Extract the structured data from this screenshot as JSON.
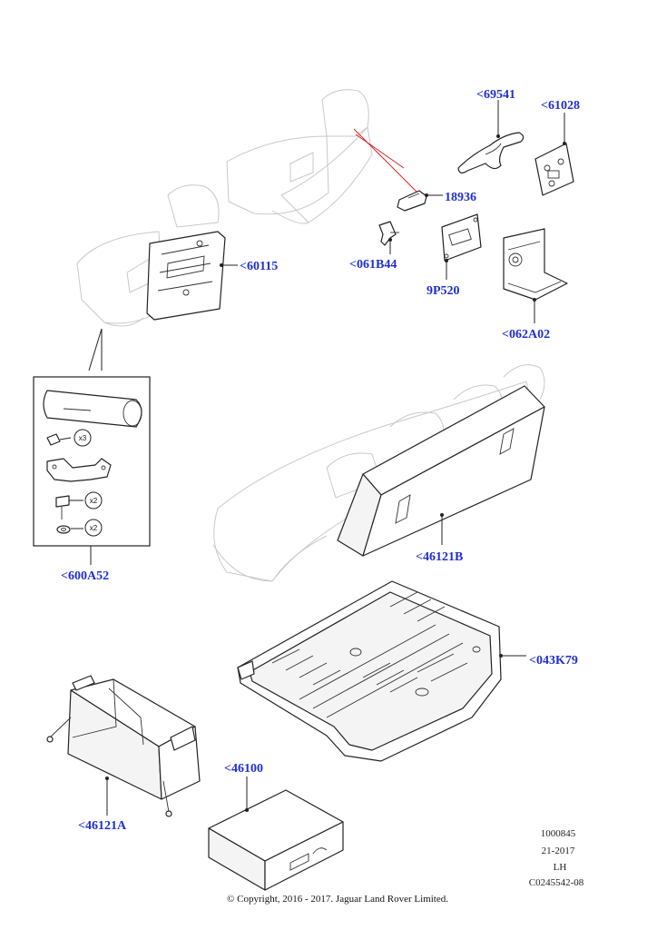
{
  "callouts": {
    "c69541": "<69541",
    "c61028": "<61028",
    "c18936": "18936",
    "c061B44": "<061B44",
    "c9P520": "9P520",
    "c062A02": "<062A02",
    "c60115": "<60115",
    "c600A52": "<600A52",
    "c46121B": "<46121B",
    "c043K79": "<043K79",
    "c46100": "<46100",
    "c46121A": "<46121A"
  },
  "kit_quantities": {
    "q1": "x3",
    "q2": "x2",
    "q3": "x2"
  },
  "meta": {
    "line1": "1000845",
    "line2": "21-2017",
    "line3": "LH",
    "line4": "C0245542-08"
  },
  "copyright": "© Copyright, 2016 - 2017. Jaguar Land Rover Limited.",
  "colors": {
    "callout": "#1f2fd0",
    "leader": "#222222",
    "highlight_leader": "#e02020",
    "ghost_outline": "#c9c9c9"
  }
}
